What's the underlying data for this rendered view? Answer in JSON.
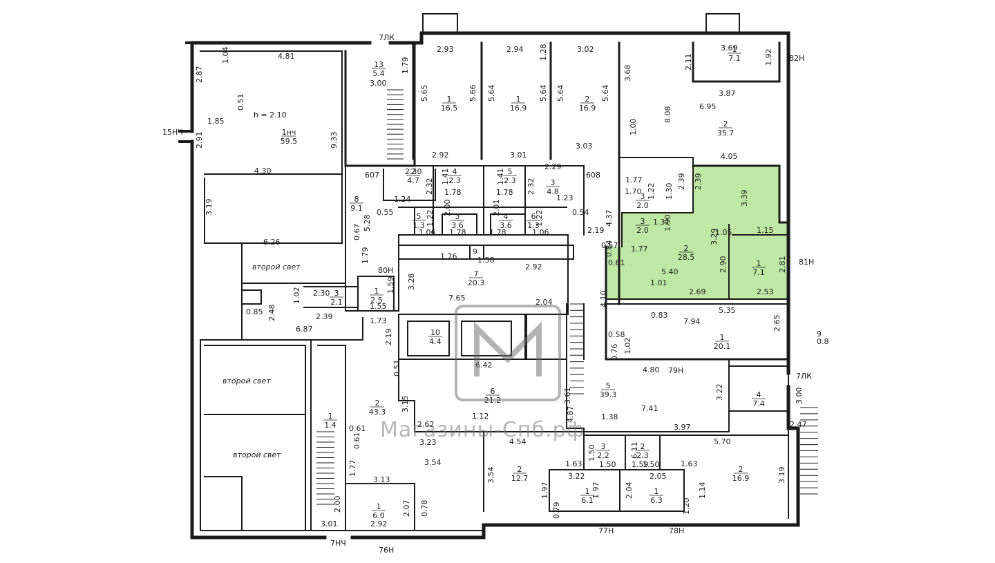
{
  "plan": {
    "highlight_color": "#bfe7a6",
    "wall_color": "#1a1a1a",
    "watermark": "Магазины-Спб.рф",
    "entrance_tags": [
      "7ЛК",
      "82Н",
      "15НЧ",
      "607",
      "608",
      "80Н",
      "81Н",
      "9",
      "0.8",
      "79Н",
      "7ЛК",
      "7НЧ",
      "76Н",
      "77Н",
      "78Н"
    ],
    "room_labels": {
      "second_light_1": "второй свет",
      "second_light_2": "второй свет",
      "second_light_3": "второй свет"
    },
    "room_areas": [
      {
        "num": "1нч",
        "area": "59.5"
      },
      {
        "num": "13",
        "area": "5.4"
      },
      {
        "num": "1",
        "area": "16.5"
      },
      {
        "num": "1",
        "area": "16.9"
      },
      {
        "num": "2",
        "area": "16.9"
      },
      {
        "num": "1",
        "area": "7.1"
      },
      {
        "num": "2",
        "area": "35.7"
      },
      {
        "num": "2",
        "area": "4.7"
      },
      {
        "num": "4",
        "area": "2.3"
      },
      {
        "num": "5",
        "area": "2.3"
      },
      {
        "num": "3",
        "area": "4.8"
      },
      {
        "num": "8",
        "area": "9.1"
      },
      {
        "num": "5",
        "area": "1.3"
      },
      {
        "num": "3",
        "area": "3.6"
      },
      {
        "num": "4",
        "area": "3.6"
      },
      {
        "num": "6",
        "area": "1.3"
      },
      {
        "num": "3",
        "area": "2.0"
      },
      {
        "num": "3",
        "area": "2.0"
      },
      {
        "num": "2",
        "area": "28.5"
      },
      {
        "num": "1",
        "area": "7.1"
      },
      {
        "num": "7",
        "area": "20.3"
      },
      {
        "num": "1",
        "area": "2.5"
      },
      {
        "num": "3",
        "area": "2.1"
      },
      {
        "num": "10",
        "area": "4.4"
      },
      {
        "num": "1",
        "area": "20.1"
      },
      {
        "num": "2",
        "area": "43.3"
      },
      {
        "num": "6",
        "area": "21.2"
      },
      {
        "num": "5",
        "area": "39.3"
      },
      {
        "num": "4",
        "area": "7.4"
      },
      {
        "num": "1",
        "area": "1.4"
      },
      {
        "num": "2",
        "area": "12.7"
      },
      {
        "num": "3",
        "area": "2.2"
      },
      {
        "num": "2",
        "area": "2.3"
      },
      {
        "num": "2",
        "area": "16.9"
      },
      {
        "num": "1",
        "area": "6.1"
      },
      {
        "num": "1",
        "area": "6.3"
      },
      {
        "num": "1",
        "area": "6.0"
      }
    ],
    "h_label": "h = 2.10",
    "stair_label": "9",
    "dimensions": [
      "4.81",
      "1.04",
      "2.87",
      "0.51",
      "1.85",
      "2.91",
      "4.30",
      "9.33",
      "3.19",
      "6.26",
      "1.79",
      "3.00",
      "2.93",
      "2.94",
      "1.28",
      "3.02",
      "5.65",
      "5.66",
      "5.64",
      "5.64",
      "5.64",
      "5.64",
      "2.92",
      "3.01",
      "3.03",
      "3.68",
      "2.11",
      "3.69",
      "1.92",
      "3.87",
      "6.95",
      "8.08",
      "1.00",
      "4.05",
      "2.30",
      "2.32",
      "1.78",
      "1.41",
      "1.41",
      "1.78",
      "2.32",
      "2.29",
      "1.23",
      "1.24",
      "0.55",
      "2.00",
      "2.01",
      "1.22",
      "1.22",
      "1.06",
      "1.78",
      "1.78",
      "1.06",
      "0.54",
      "4.37",
      "2.19",
      "5.28",
      "0.67",
      "1.77",
      "1.70",
      "1.22",
      "1.30",
      "2.39",
      "2.39",
      "3.39",
      "1.31",
      "1.90",
      "1.05",
      "1.15",
      "0.57",
      "0.84",
      "0.61",
      "1.77",
      "3.29",
      "5.40",
      "2.90",
      "2.81",
      "1.01",
      "2.69",
      "2.53",
      "1.76",
      "1.58",
      "2.92",
      "3.28",
      "7.65",
      "2.04",
      "4.10",
      "1.79",
      "1.59",
      "1.02",
      "2.30",
      "2.39",
      "1.55",
      "0.85",
      "2.48",
      "6.87",
      "1.73",
      "2.19",
      "0.83",
      "7.94",
      "5.35",
      "2.65",
      "0.58",
      "0.76",
      "1.02",
      "4.80",
      "0.51",
      "6.42",
      "3.15",
      "3.61",
      "4.87",
      "7.41",
      "3.22",
      "3.00",
      "2.47",
      "3.97",
      "5.70",
      "1.12",
      "1.38",
      "2.62",
      "0.61",
      "0.61",
      "3.23",
      "4.54",
      "1.50",
      "1.50",
      "1.77",
      "1.63",
      "1.63",
      "1.50",
      "1.59",
      "6.11",
      "3.54",
      "3.54",
      "3.19",
      "3.13",
      "3.22",
      "2.05",
      "1.97",
      "1.97",
      "2.04",
      "1.14",
      "2.00",
      "2.07",
      "0.78",
      "0.79",
      "1.20",
      "3.01",
      "2.92"
    ]
  }
}
